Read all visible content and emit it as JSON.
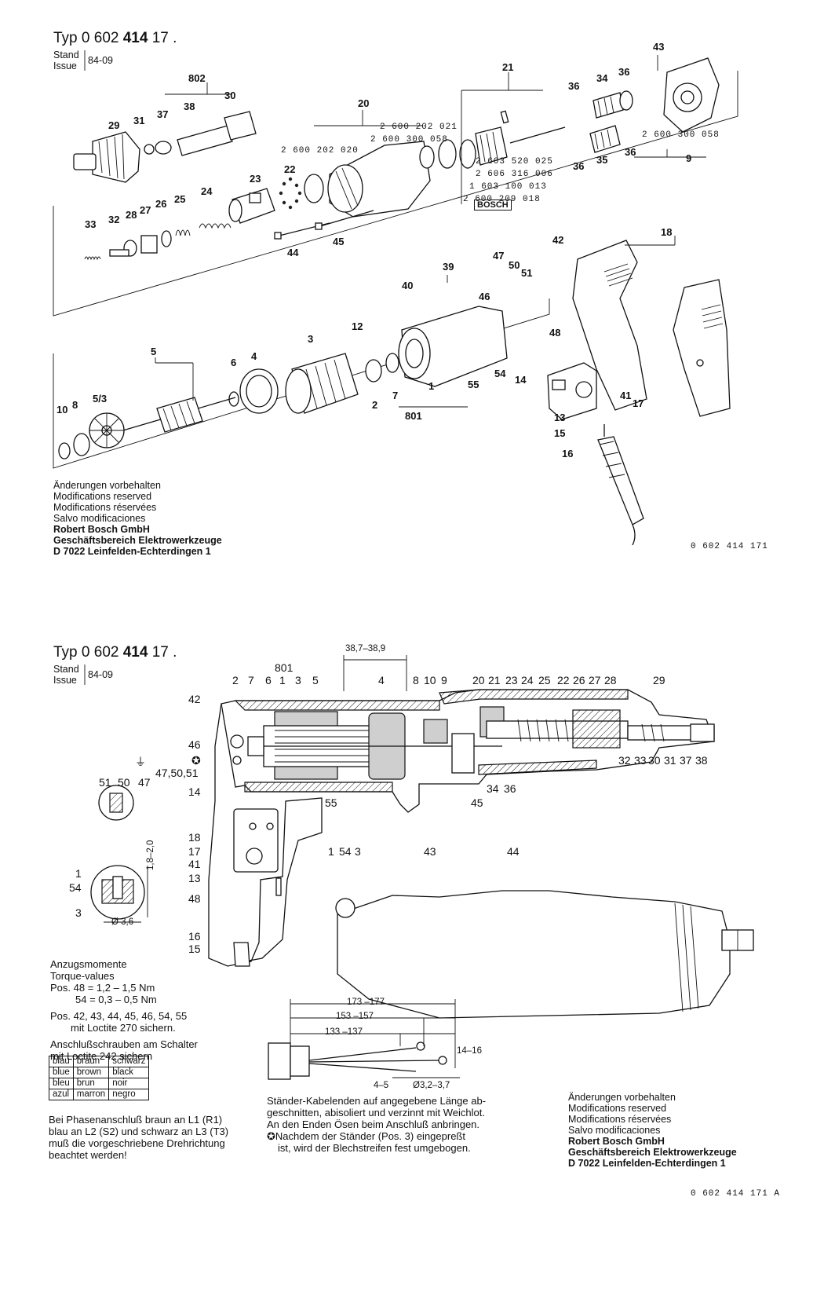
{
  "sheet1": {
    "title_prefix": "Typ 0 602 ",
    "title_bold": "414",
    "title_suffix": " 17 .",
    "stand_label": "Stand",
    "issue_label": "Issue",
    "issue_date": "84-09",
    "footer": {
      "line1": "Änderungen vorbehalten",
      "line2": "Modifications reserved",
      "line3": "Modifications réservées",
      "line4": "Salvo modificaciones",
      "company": "Robert Bosch GmbH",
      "division": "Geschäftsbereich Elektrowerkzeuge",
      "address": "D 7022 Leinfelden-Echterdingen 1"
    },
    "doc_number": "0 602 414 171",
    "brand": "BOSCH",
    "part_labels": {
      "p43": "43",
      "p21": "21",
      "p36a": "36",
      "p34": "34",
      "p36b": "36",
      "p802": "802",
      "p38": "38",
      "p30": "30",
      "p20": "20",
      "p37": "37",
      "p29": "29",
      "p31": "31",
      "p22": "22",
      "p23": "23",
      "p24": "24",
      "p25": "25",
      "p26": "26",
      "p27": "27",
      "p28": "28",
      "p32": "32",
      "p33": "33",
      "p44": "44",
      "p45": "45",
      "p36c": "36",
      "p35": "35",
      "p36d": "36",
      "p9": "9",
      "p18": "18",
      "p42": "42",
      "p39": "39",
      "p40": "40",
      "p47": "47",
      "p50": "50",
      "p51": "51",
      "p46": "46",
      "p12": "12",
      "p3": "3",
      "p5": "5",
      "p6": "6",
      "p4": "4",
      "p48": "48",
      "p14": "14",
      "p55": "55",
      "p54": "54",
      "p1": "1",
      "p2": "2",
      "p7": "7",
      "p801": "801",
      "p53": "5/3",
      "p10": "10",
      "p8": "8",
      "p41": "41",
      "p17": "17",
      "p13": "13",
      "p15": "15",
      "p16": "16"
    },
    "codes": {
      "c1": "2 600 202 021",
      "c2": "2 600 300 058",
      "c3": "2 600 202 020",
      "c4": "2 603 520 025",
      "c5": "2 606 316 006",
      "c6": "1 603 100 013",
      "c7": "2 600 209 018",
      "c8": "2 600 300 058"
    }
  },
  "sheet2": {
    "title_prefix": "Typ 0 602 ",
    "title_bold": "414",
    "title_suffix": " 17 .",
    "stand_label": "Stand",
    "issue_label": "Issue",
    "issue_date": "84-09",
    "dim_top": "38,7–38,9",
    "dim_173": "173 –177",
    "dim_153": "153 –157",
    "dim_133": "133 –137",
    "dim_14": "14–16",
    "dim_45": "4–5",
    "dim_dia": "Ø3,2–3,7",
    "dim_18": "1,8–2,0",
    "dim_36": "Ø 3,6",
    "top_labels": {
      "a801": "801",
      "a2": "2",
      "a7": "7",
      "a6": "6",
      "a1": "1",
      "a3": "3",
      "a5": "5",
      "a4": "4",
      "a8": "8",
      "a10": "10",
      "a9": "9",
      "a20": "20",
      "a21": "21",
      "a23": "23",
      "a24": "24",
      "a25": "25",
      "a22": "22",
      "a26": "26",
      "a27": "27",
      "a28": "28",
      "a29": "29"
    },
    "side_labels": {
      "b42": "42",
      "b46": "46",
      "b47": "47,50,51",
      "b51": "51",
      "b50": "50",
      "b47b": "47",
      "b14": "14",
      "b18": "18",
      "b17": "17",
      "b41": "41",
      "b13": "13",
      "b48": "48",
      "b16": "16",
      "b15": "15",
      "b1": "1",
      "b54": "54",
      "b3": "3",
      "b55": "55",
      "b45": "45",
      "b34": "34",
      "b36": "36",
      "b32": "32",
      "b33": "33",
      "b30": "30",
      "b31": "31",
      "b37": "37",
      "b38": "38",
      "c1": "1",
      "c54": "54",
      "c3": "3",
      "c43": "43",
      "c44": "44"
    },
    "torque": {
      "title_de": "Anzugsmomente",
      "title_en": "Torque-values",
      "line48": "Pos. 48 = 1,2 – 1,5 Nm",
      "line54": "54 = 0,3 – 0,5 Nm",
      "loctite1": "Pos. 42, 43, 44, 45, 46, 54, 55",
      "loctite1b": "mit Loctite 270 sichern.",
      "loctite2": "Anschlußschrauben am Schalter",
      "loctite2b": "mit Loctite 242 sichern"
    },
    "color_table": [
      [
        "blau",
        "braun",
        "schwarz"
      ],
      [
        "blue",
        "brown",
        "black"
      ],
      [
        "bleu",
        "brun",
        "noir"
      ],
      [
        "azul",
        "marron",
        "negro"
      ]
    ],
    "phase_note": {
      "l1": "Bei Phasenanschluß braun an L1 (R1)",
      "l2": "blau an L2 (S2) und schwarz an L3 (T3)",
      "l3": "muß die vorgeschriebene Drehrichtung",
      "l4": "beachtet werden!"
    },
    "stator_note": {
      "l1": "Ständer-Kabelenden auf angegebene Länge ab-",
      "l2": "geschnitten, abisoliert und verzinnt mit Weichlot.",
      "l3": "An den Enden Ösen beim Anschluß anbringen.",
      "l4": "Nachdem der Ständer (Pos. 3) eingepreßt",
      "l5": "ist, wird der Blechstreifen fest umgebogen."
    },
    "footer": {
      "line1": "Änderungen vorbehalten",
      "line2": "Modifications reserved",
      "line3": "Modifications réservées",
      "line4": "Salvo modificaciones",
      "company": "Robert Bosch GmbH",
      "division": "Geschäftsbereich Elektrowerkzeuge",
      "address": "D 7022 Leinfelden-Echterdingen 1"
    },
    "doc_number": "0 602 414 171 A"
  }
}
